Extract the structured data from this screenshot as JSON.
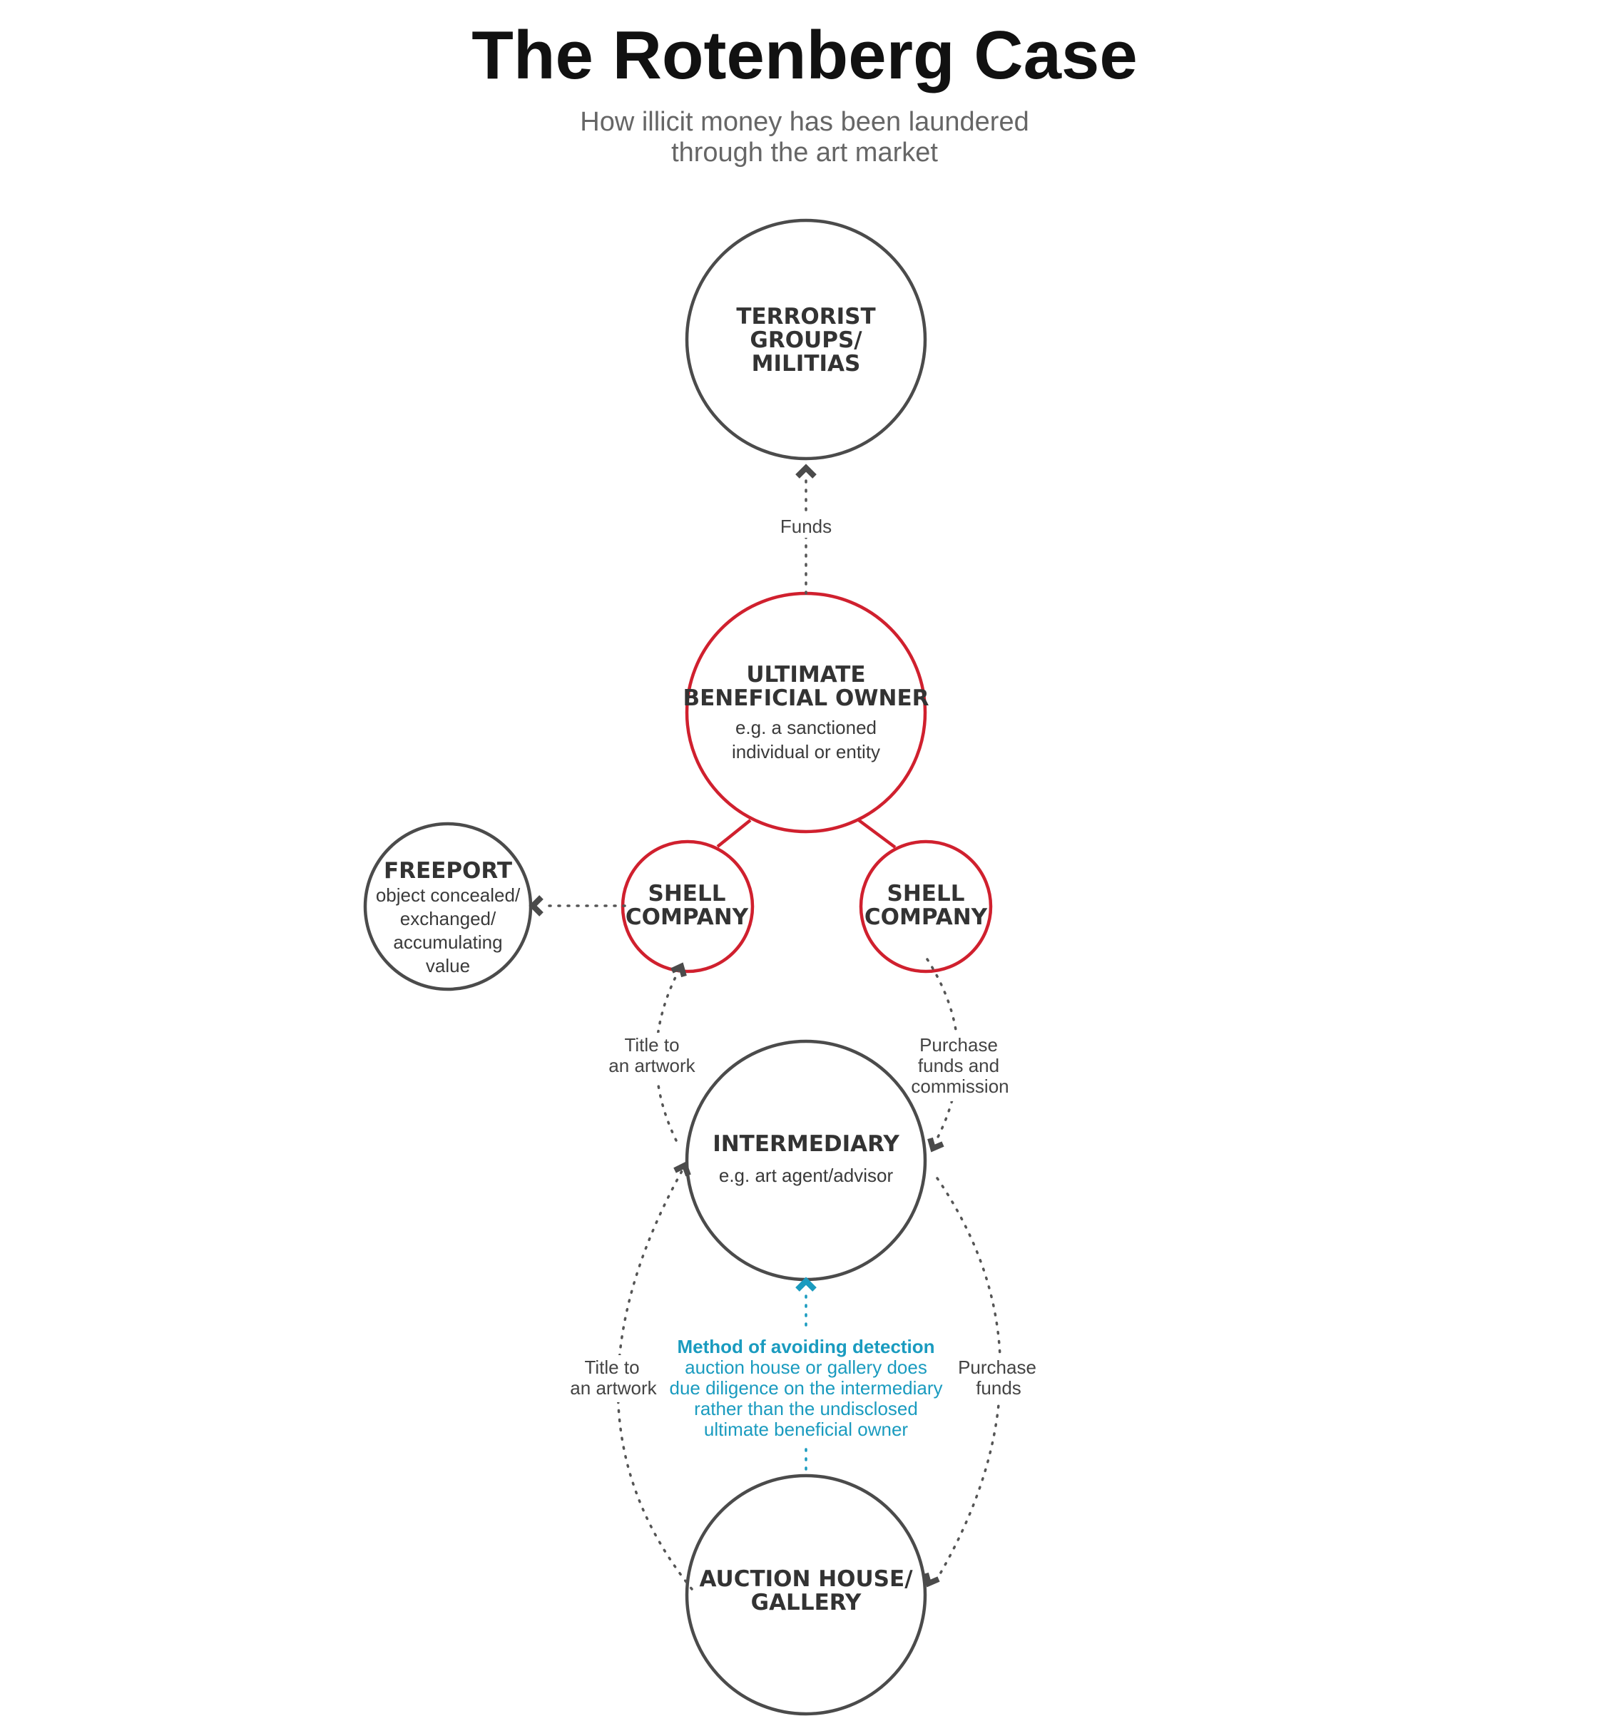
{
  "header": {
    "title": "The Rotenberg Case",
    "subtitle_line1": "How illicit money has been laundered",
    "subtitle_line2": "through the art market"
  },
  "nodes": {
    "terrorist": {
      "line1": "TERRORIST",
      "line2": "GROUPS/",
      "line3": "MILITIAS"
    },
    "ubo": {
      "line1": "ULTIMATE",
      "line2": "BENEFICIAL OWNER",
      "sub1": "e.g. a sanctioned",
      "sub2": "individual or entity"
    },
    "shell_left": {
      "line1": "SHELL",
      "line2": "COMPANY"
    },
    "shell_right": {
      "line1": "SHELL",
      "line2": "COMPANY"
    },
    "freeport": {
      "title": "FREEPORT",
      "sub1": "object concealed/",
      "sub2": "exchanged/",
      "sub3": "accumulating",
      "sub4": "value"
    },
    "intermediary": {
      "title": "INTERMEDIARY",
      "sub": "e.g. art agent/advisor"
    },
    "auction": {
      "line1": "AUCTION HOUSE/",
      "line2": "GALLERY"
    }
  },
  "edges": {
    "funds": "Funds",
    "title_upper": {
      "line1": "Title to",
      "line2": "an artwork"
    },
    "purchase_upper": {
      "line1": "Purchase",
      "line2": "funds and",
      "line3": "commission"
    },
    "title_lower": {
      "line1": "Title to",
      "line2": "an artwork"
    },
    "purchase_lower": {
      "line1": "Purchase",
      "line2": "funds"
    }
  },
  "callout": {
    "title": "Method of avoiding detection",
    "line1": "auction house or gallery does",
    "line2": "due diligence on the intermediary",
    "line3": "rather than the undisclosed",
    "line4": "ultimate beneficial owner"
  },
  "colors": {
    "accent_red": "#d0202e",
    "accent_blue": "#1a9bbf",
    "circle_dark": "#4b4b4b"
  }
}
